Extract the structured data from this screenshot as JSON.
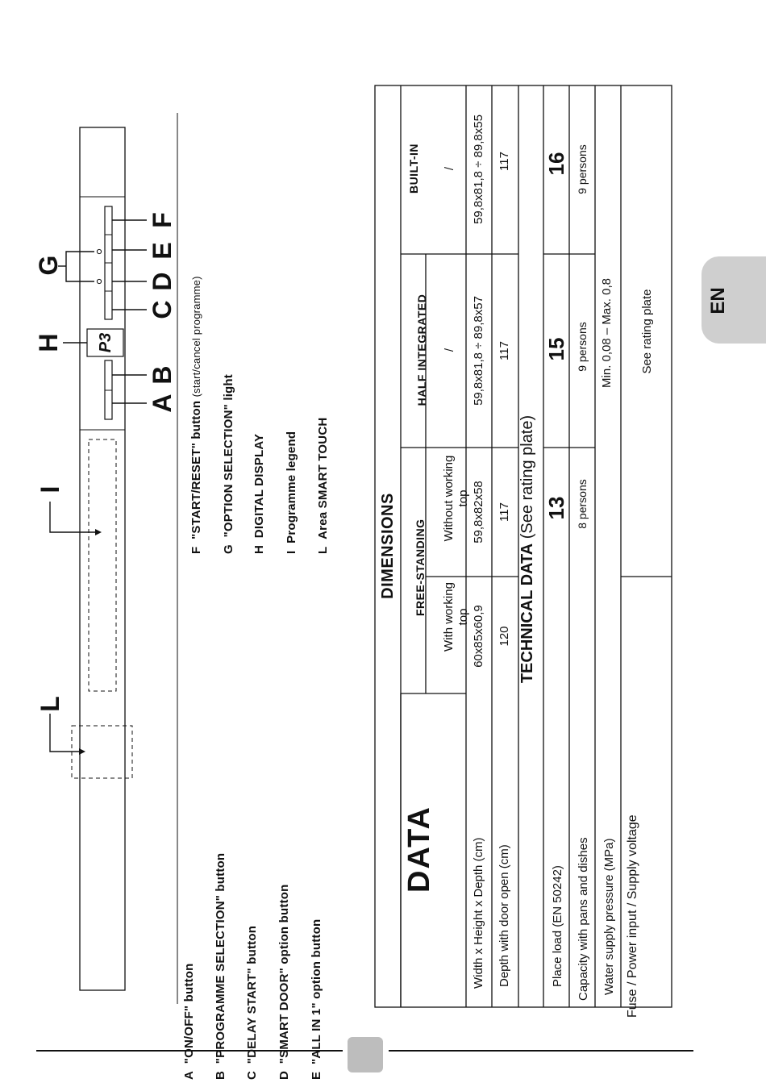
{
  "lang": "EN",
  "panel": {
    "display_text": "P3",
    "callouts": {
      "A": "A",
      "B": "B",
      "C": "C",
      "D": "D",
      "E": "E",
      "F": "F",
      "G": "G",
      "H": "H",
      "I": "I",
      "L": "L"
    }
  },
  "legend_left": [
    {
      "letter": "A",
      "text": "\"ON/OFF\" button"
    },
    {
      "letter": "B",
      "text": "\"PROGRAMME SELECTION\" button"
    },
    {
      "letter": "C",
      "text": "\"DELAY START\" button"
    },
    {
      "letter": "D",
      "text": "\"SMART DOOR\" option button"
    },
    {
      "letter": "E",
      "text": "\"ALL IN 1\" option button"
    }
  ],
  "legend_right": [
    {
      "letter": "F",
      "text": "\"START/RESET\" button",
      "note": "(start/cancel programme)"
    },
    {
      "letter": "G",
      "text": "\"OPTION SELECTION\" light"
    },
    {
      "letter": "H",
      "text": "DIGITAL DISPLAY"
    },
    {
      "letter": "I",
      "text": "Programme legend"
    },
    {
      "letter": "L",
      "text": "Area  SMART TOUCH"
    }
  ],
  "table": {
    "data_title": "DATA",
    "dimensions_title": "DIMENSIONS",
    "technical_title": "TECHNICAL DATA",
    "technical_note": "(See rating plate)",
    "col_free": "FREE-STANDING",
    "col_free_with": "With working top",
    "col_free_with_1": "With working",
    "col_free_with_2": "top",
    "col_free_without_1": "Without working",
    "col_free_without_2": "top",
    "col_half": "HALF INTEGRATED",
    "col_built": "BUILT-IN",
    "row_size": {
      "label": "Width x Height x Depth (cm)",
      "with": "60x85x60,9",
      "without": "59,8x82x58",
      "half": "59,8x81,8 ÷ 89,8x57",
      "built": "59,8x81,8 ÷ 89,8x55"
    },
    "row_depth": {
      "label": "Depth with door open (cm)",
      "with": "120",
      "without": "117",
      "half": "117",
      "built": "117"
    },
    "row_hdr_slash_half": "/",
    "row_hdr_slash_built": "/",
    "row_place": {
      "label": "Place  load  (EN 50242)",
      "free": "13",
      "half": "15",
      "built": "16"
    },
    "row_capacity": {
      "label": "Capacity with pans and dishes",
      "free": "8 persons",
      "half": "9 persons",
      "built": "9 persons"
    },
    "row_water": {
      "label": "Water supply pressure (MPa)",
      "value": "Min. 0,08 – Max. 0,8"
    },
    "row_fuse": {
      "label": "Fuse / Power input / Supply voltage",
      "value": "See rating plate"
    }
  }
}
